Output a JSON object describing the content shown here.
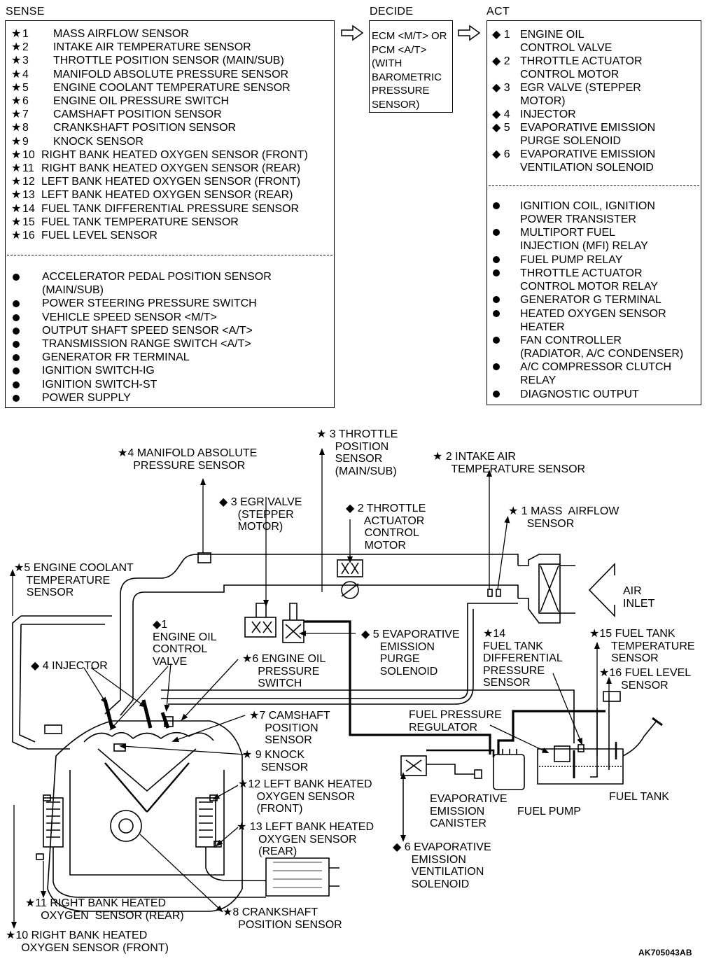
{
  "headers": {
    "sense": "SENSE",
    "decide": "DECIDE",
    "act": "ACT"
  },
  "sense_sensors": [
    {
      "sym": "★",
      "num": "1",
      "label": "MASS AIRFLOW SENSOR"
    },
    {
      "sym": "★",
      "num": "2",
      "label": "INTAKE AIR TEMPERATURE SENSOR"
    },
    {
      "sym": "★",
      "num": "3",
      "label": "THROTTLE POSITION SENSOR (MAIN/SUB)"
    },
    {
      "sym": "★",
      "num": "4",
      "label": "MANIFOLD ABSOLUTE PRESSURE SENSOR"
    },
    {
      "sym": "★",
      "num": "5",
      "label": "ENGINE COOLANT TEMPERATURE SENSOR"
    },
    {
      "sym": "★",
      "num": "6",
      "label": "ENGINE OIL PRESSURE SWITCH"
    },
    {
      "sym": "★",
      "num": "7",
      "label": "CAMSHAFT POSITION SENSOR"
    },
    {
      "sym": "★",
      "num": "8",
      "label": "CRANKSHAFT POSITION SENSOR"
    },
    {
      "sym": "★",
      "num": "9",
      "label": "KNOCK SENSOR"
    },
    {
      "sym": "★",
      "num": "10",
      "label": "RIGHT BANK HEATED OXYGEN SENSOR (FRONT)"
    },
    {
      "sym": "★",
      "num": "11",
      "label": "RIGHT BANK HEATED OXYGEN SENSOR (REAR)"
    },
    {
      "sym": "★",
      "num": "12",
      "label": "LEFT BANK HEATED OXYGEN SENSOR (FRONT)"
    },
    {
      "sym": "★",
      "num": "13",
      "label": "LEFT BANK HEATED OXYGEN SENSOR (REAR)"
    },
    {
      "sym": "★",
      "num": "14",
      "label": "FUEL TANK DIFFERENTIAL PRESSURE SENSOR"
    },
    {
      "sym": "★",
      "num": "15",
      "label": "FUEL TANK TEMPERATURE SENSOR"
    },
    {
      "sym": "★",
      "num": "16",
      "label": "FUEL LEVEL SENSOR"
    }
  ],
  "sense_other": [
    "ACCELERATOR PEDAL POSITION SENSOR\n(MAIN/SUB)",
    "POWER STEERING PRESSURE SWITCH",
    "VEHICLE SPEED SENSOR <M/T>",
    "OUTPUT SHAFT SPEED SENSOR <A/T>",
    "TRANSMISSION RANGE SWITCH <A/T>",
    "GENERATOR FR TERMINAL",
    "IGNITION SWITCH-IG",
    "IGNITION SWITCH-ST",
    "POWER SUPPLY"
  ],
  "decide_text": "ECM <M/T> OR\nPCM <A/T>\n(WITH\nBAROMETRIC\nPRESSURE\nSENSOR)",
  "act_actuators": [
    {
      "sym": "◆",
      "num": "1",
      "label": "ENGINE OIL\nCONTROL VALVE"
    },
    {
      "sym": "◆",
      "num": "2",
      "label": "THROTTLE ACTUATOR\nCONTROL MOTOR"
    },
    {
      "sym": "◆",
      "num": "3",
      "label": "EGR VALVE (STEPPER\nMOTOR)"
    },
    {
      "sym": "◆",
      "num": "4",
      "label": "INJECTOR"
    },
    {
      "sym": "◆",
      "num": "5",
      "label": "EVAPORATIVE EMISSION\nPURGE SOLENOID"
    },
    {
      "sym": "◆",
      "num": "6",
      "label": "EVAPORATIVE EMISSION\nVENTILATION SOLENOID"
    }
  ],
  "act_other": [
    "IGNITION COIL, IGNITION\nPOWER TRANSISTER",
    "MULTIPORT FUEL\nINJECTION (MFI) RELAY",
    "FUEL PUMP RELAY",
    "THROTTLE ACTUATOR\nCONTROL MOTOR RELAY",
    "GENERATOR G TERMINAL",
    "HEATED OXYGEN SENSOR\nHEATER",
    "FAN CONTROLLER\n(RADIATOR, A/C CONDENSER)",
    "A/C COMPRESSOR CLUTCH\nRELAY",
    "DIAGNOSTIC OUTPUT"
  ],
  "diagram_labels": {
    "map_sensor": "★4 MANIFOLD ABSOLUTE\n     PRESSURE SENSOR",
    "tps": "★ 3 THROTTLE\n      POSITION\n      SENSOR\n      (MAIN/SUB)",
    "iat": "★ 2 INTAKE AIR\n      TEMPERATURE SENSOR",
    "egr": "◆ 3 EGR VALVE\n      (STEPPER\n      MOTOR)",
    "throttle_motor": "◆ 2 THROTTLE\n      ACTUATOR\n      CONTROL\n      MOTOR",
    "maf": "★ 1 MASS  AIRFLOW\n      SENSOR",
    "ect": "★5 ENGINE COOLANT\n    TEMPERATURE\n    SENSOR",
    "air_inlet": "AIR\nINLET",
    "ocv": "◆1\nENGINE OIL\nCONTROL\nVALVE",
    "purge": "◆ 5 EVAPORATIVE\n      EMISSION\n      PURGE\n      SOLENOID",
    "ftdp": "★14\nFUEL TANK\nDIFFERENTIAL\nPRESSURE\nSENSOR",
    "ftt": "★15 FUEL TANK\n       TEMPERATURE\n       SENSOR",
    "fls": "★16 FUEL LEVEL\n       SENSOR",
    "injector": "◆ 4 INJECTOR",
    "oil_switch": "★6 ENGINE OIL\n     PRESSURE\n     SWITCH",
    "cmp": "★7 CAMSHAFT\n     POSITION\n     SENSOR",
    "fpr": "FUEL PRESSURE\nREGULATOR",
    "knock": "★ 9 KNOCK\n      SENSOR",
    "lb_front": "★12 LEFT BANK HEATED\n      OXYGEN SENSOR\n      (FRONT)",
    "evap_canister": "EVAPORATIVE\nEMISSION\nCANISTER",
    "fuel_pump": "FUEL PUMP",
    "fuel_tank": "FUEL TANK",
    "lb_rear": "★ 13 LEFT BANK HEATED\n       OXYGEN SENSOR\n       (REAR)",
    "vent": "◆ 6 EVAPORATIVE\n      EMISSION\n      VENTILATION\n      SOLENOID",
    "rb_rear": "★11 RIGHT BANK HEATED\n     OXYGEN  SENSOR (REAR)",
    "ckp": "★8 CRANKSHAFT\n     POSITION SENSOR",
    "rb_front": "★10 RIGHT BANK HEATED\n     OXYGEN SENSOR (FRONT)"
  },
  "figure_code": "AK705043AB"
}
